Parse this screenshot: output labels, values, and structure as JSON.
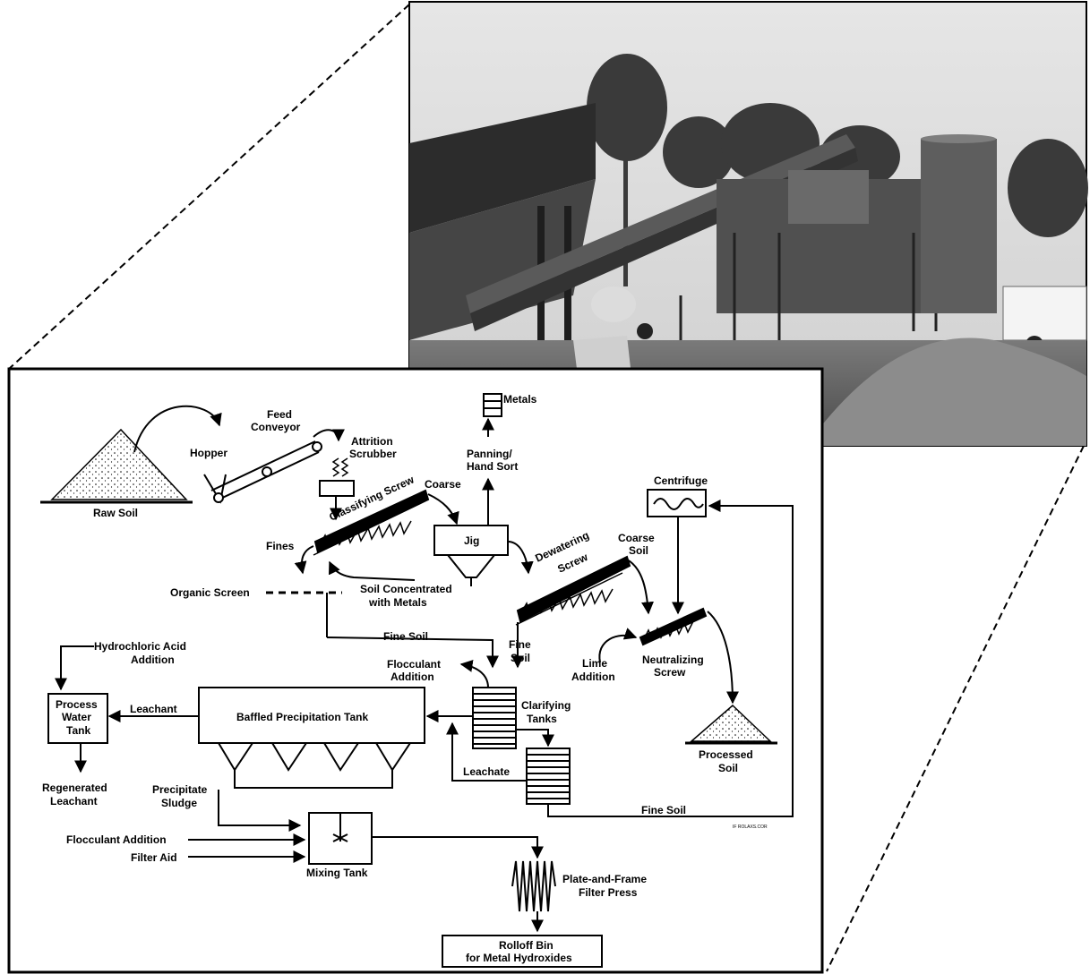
{
  "photo": {
    "alt": "soil washing plant photo"
  },
  "labels": {
    "metals": "Metals",
    "feed": "Feed",
    "conveyor": "Conveyor",
    "attrition": "Attrition",
    "scrubber": "Scrubber",
    "hopper": "Hopper",
    "panning": "Panning/",
    "hand_sort": "Hand Sort",
    "raw_soil": "Raw Soil",
    "classifying_screw": "Classifying Screw",
    "coarse": "Coarse",
    "centrifuge": "Centrifuge",
    "jig": "Jig",
    "fines": "Fines",
    "dewatering_screw_1": "Dewatering",
    "dewatering_screw_2": "Screw",
    "coarse_soil_1": "Coarse",
    "coarse_soil_2": "Soil",
    "organic_screen": "Organic Screen",
    "soil_concentrated_1": "Soil Concentrated",
    "soil_concentrated_2": "with Metals",
    "fine_soil_a": "Fine Soil",
    "fine_soil_b1": "Fine",
    "fine_soil_b2": "Soil",
    "neutralizing_1": "Neutralizing",
    "neutralizing_2": "Screw",
    "lime_1": "Lime",
    "lime_2": "Addition",
    "hcl_1": "Hydrochloric Acid",
    "hcl_2": "Addition",
    "flocculant_top_1": "Flocculant",
    "flocculant_top_2": "Addition",
    "process_water_1": "Process",
    "process_water_2": "Water",
    "process_water_3": "Tank",
    "leachant": "Leachant",
    "baffled_tank": "Baffled Precipitation Tank",
    "clarifying_1": "Clarifying",
    "clarifying_2": "Tanks",
    "processed_1": "Processed",
    "processed_2": "Soil",
    "regenerated_1": "Regenerated",
    "regenerated_2": "Leachant",
    "leachate": "Leachate",
    "precipitate_1": "Precipitate",
    "precipitate_2": "Sludge",
    "fine_soil_c": "Fine Soil",
    "flocculant_bottom": "Flocculant Addition",
    "filter_aid": "Filter Aid",
    "mixing_tank": "Mixing Tank",
    "filter_press_1": "Plate-and-Frame",
    "filter_press_2": "Filter Press",
    "rolloff_1": "Rolloff Bin",
    "rolloff_2": "for Metal Hydroxides",
    "fig_id": "IF ROLAXS.COR"
  }
}
